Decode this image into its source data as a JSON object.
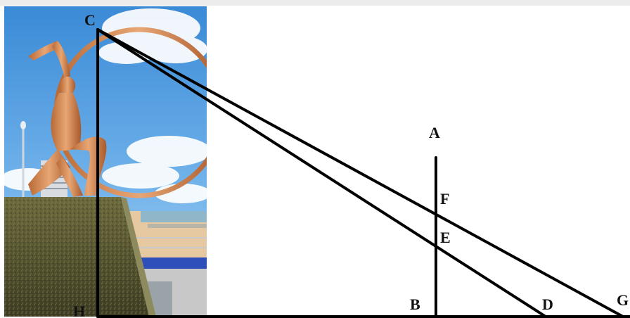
{
  "figure": {
    "photo_subject": "bronze-dancer-statue-with-ring-on-stone-pedestal",
    "line_color": "#000000",
    "points": {
      "C": "C",
      "H": "H",
      "A": "A",
      "F": "F",
      "E": "E",
      "B": "B",
      "D": "D",
      "G": "G"
    }
  }
}
